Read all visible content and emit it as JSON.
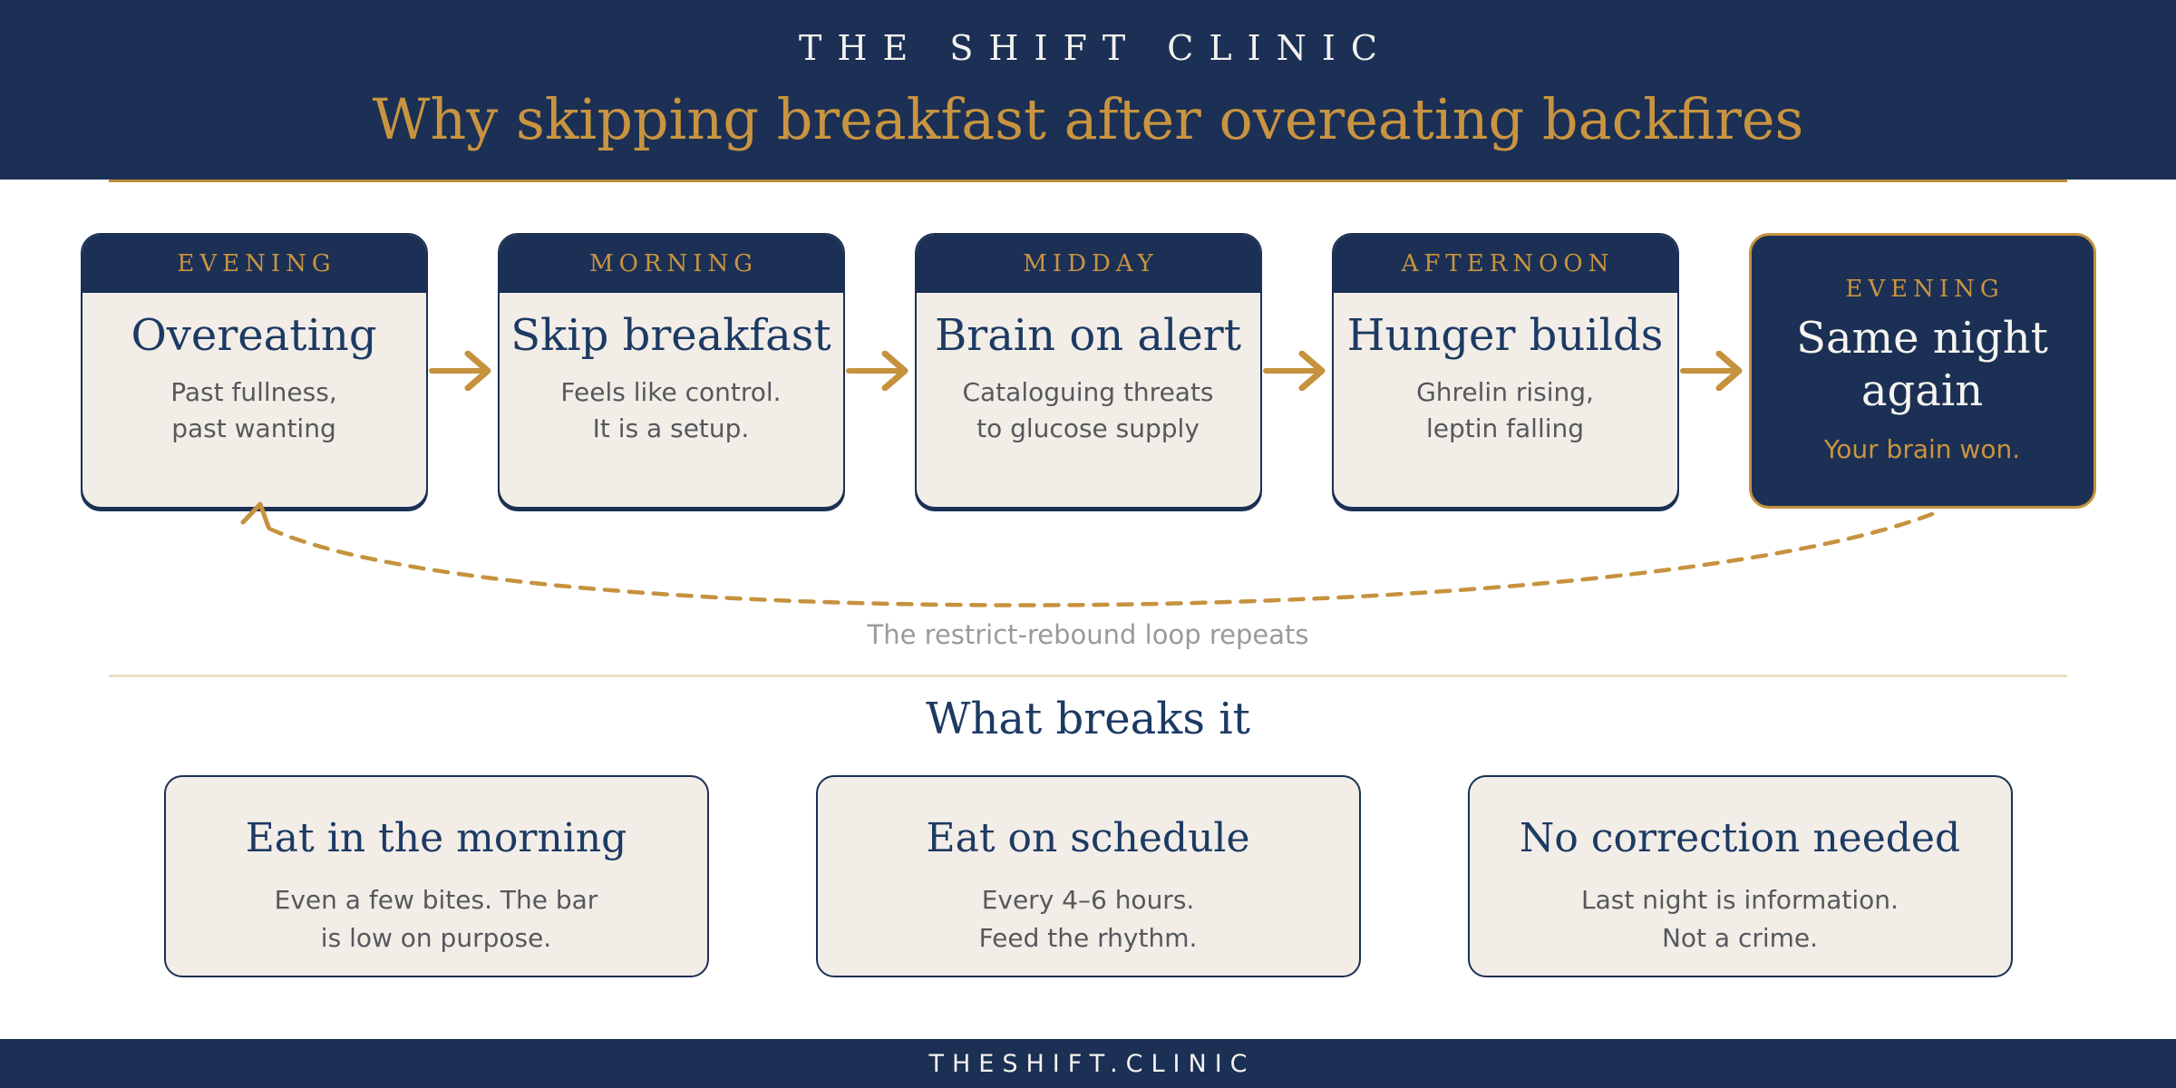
{
  "header": {
    "brand": "THE SHIFT CLINIC",
    "title": "Why skipping breakfast after overeating backfires"
  },
  "flow": {
    "steps": [
      {
        "time": "EVENING",
        "title": "Overeating",
        "body": "Past fullness,\npast wanting"
      },
      {
        "time": "MORNING",
        "title": "Skip breakfast",
        "body": "Feels like control.\nIt is a setup."
      },
      {
        "time": "MIDDAY",
        "title": "Brain on alert",
        "body": "Cataloguing threats\nto glucose supply"
      },
      {
        "time": "AFTERNOON",
        "title": "Hunger builds",
        "body": "Ghrelin rising,\nleptin falling"
      },
      {
        "time": "EVENING",
        "title": "Same night\nagain",
        "body": "Your brain won."
      }
    ],
    "loop_caption": "The restrict-rebound loop repeats"
  },
  "solutions": {
    "heading": "What breaks it",
    "cards": [
      {
        "title": "Eat in the morning",
        "body": "Even a few bites. The bar\nis low on purpose."
      },
      {
        "title": "Eat on schedule",
        "body": "Every 4–6 hours.\nFeed the rhythm."
      },
      {
        "title": "No correction needed",
        "body": "Last night is information.\nNot a crime."
      }
    ]
  },
  "footer": {
    "site": "THESHIFT.CLINIC"
  },
  "colors": {
    "navy": "#1b3054",
    "gold": "#c6923e",
    "gold_text": "#c99440",
    "cream": "#f2ede7",
    "title_navy": "#1c3a63",
    "body_text": "#55585c",
    "caption_gray": "#9a9a9a",
    "divider_tan": "#e9ddc2",
    "white": "#f4f2ee"
  }
}
